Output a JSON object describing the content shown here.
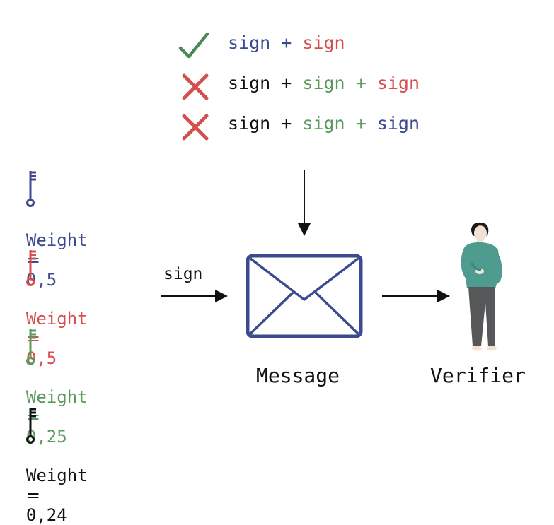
{
  "colors": {
    "blue": "#3c4a8f",
    "red": "#d4504e",
    "green": "#5a9a5c",
    "black": "#111111",
    "check": "#4c8a55",
    "cross": "#d4504e"
  },
  "rules": [
    {
      "status_icon": "check-icon",
      "parts": [
        {
          "text": "sign",
          "color": "#3c4a8f"
        },
        {
          "text": "+",
          "color": "#3c4a8f"
        },
        {
          "text": "sign",
          "color": "#d4504e"
        }
      ]
    },
    {
      "status_icon": "cross-icon",
      "parts": [
        {
          "text": "sign",
          "color": "#111111"
        },
        {
          "text": "+",
          "color": "#111111"
        },
        {
          "text": "sign",
          "color": "#5a9a5c"
        },
        {
          "text": "+",
          "color": "#5a9a5c"
        },
        {
          "text": "sign",
          "color": "#d4504e"
        }
      ]
    },
    {
      "status_icon": "cross-icon",
      "parts": [
        {
          "text": "sign",
          "color": "#111111"
        },
        {
          "text": "+",
          "color": "#111111"
        },
        {
          "text": "sign",
          "color": "#5a9a5c"
        },
        {
          "text": "+",
          "color": "#5a9a5c"
        },
        {
          "text": "sign",
          "color": "#3c4a8f"
        }
      ]
    }
  ],
  "keys": [
    {
      "label": "Weight",
      "eq": "=",
      "value": "0,5",
      "color": "#3c4a8f"
    },
    {
      "label": "Weight",
      "eq": "=",
      "value": "0,5",
      "color": "#d4504e"
    },
    {
      "label": "Weight",
      "eq": "=",
      "value": "0,25",
      "color": "#5a9a5c"
    },
    {
      "label": "Weight",
      "eq": "=",
      "value": "0,24",
      "color": "#111111"
    }
  ],
  "sign_arrow_label": "sign",
  "message_label": "Message",
  "verifier_label": "Verifier"
}
